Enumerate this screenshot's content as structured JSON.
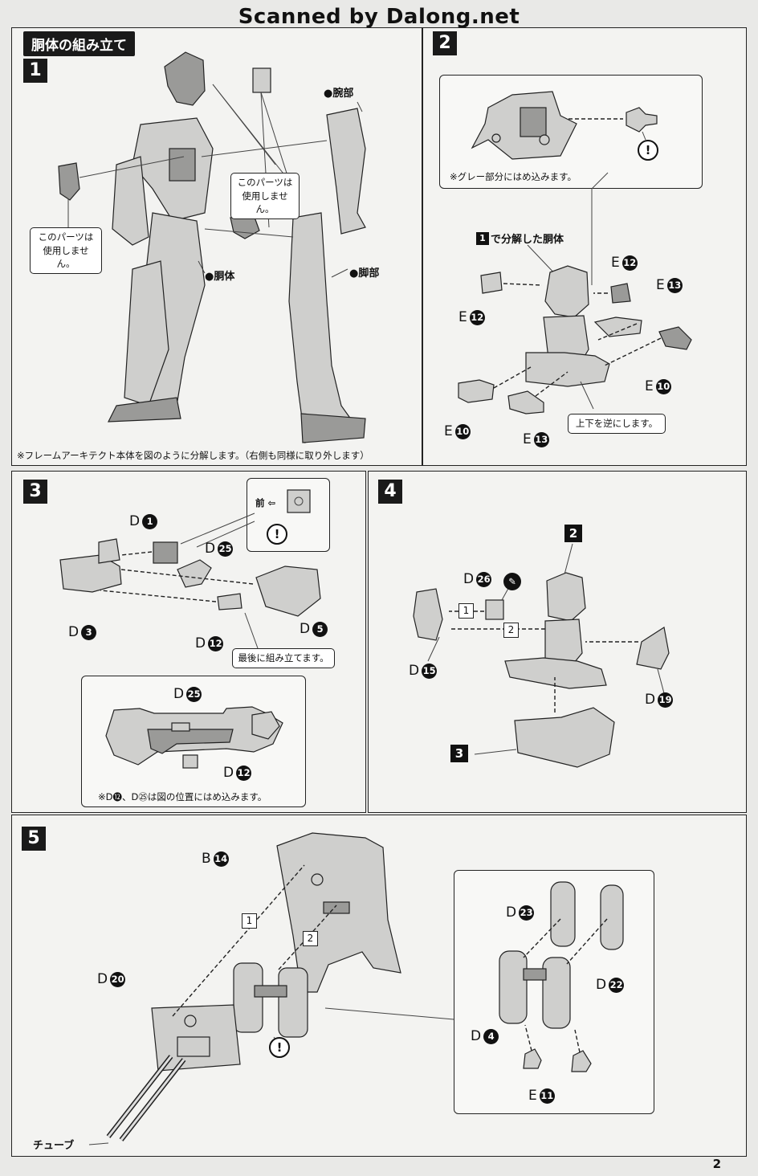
{
  "header": {
    "watermark": "Scanned by Dalong.net"
  },
  "page_number": "2",
  "steps": {
    "s1": {
      "section_title": "胴体の組み立て",
      "number": "1",
      "label_arm": "●腕部",
      "label_torso": "●胴体",
      "label_leg": "●脚部",
      "callout_unused_1": "このパーツは使用しません。",
      "callout_unused_2": "このパーツは使用しません。",
      "footnote": "※フレームアーキテクト本体を図のように分解します。（右側も同様に取り外します）"
    },
    "s2": {
      "number": "2",
      "note_gray": "※グレー部分にはめ込みます。",
      "label_body": "で分解した胴体",
      "label_body_ref": "1",
      "callout_flip": "上下を逆にします。",
      "parts": [
        {
          "letter": "E",
          "num": "12"
        },
        {
          "letter": "E",
          "num": "12"
        },
        {
          "letter": "E",
          "num": "13"
        },
        {
          "letter": "E",
          "num": "10"
        },
        {
          "letter": "E",
          "num": "10"
        },
        {
          "letter": "E",
          "num": "13"
        }
      ]
    },
    "s3": {
      "number": "3",
      "front_label": "前",
      "callout_last": "最後に組み立てます。",
      "inset_note": "※D⓬、D㉕は図の位置にはめ込みます。",
      "parts": [
        {
          "letter": "D",
          "num": "1"
        },
        {
          "letter": "D",
          "num": "25"
        },
        {
          "letter": "D",
          "num": "3"
        },
        {
          "letter": "D",
          "num": "12"
        },
        {
          "letter": "D",
          "num": "5"
        },
        {
          "letter": "D",
          "num": "25"
        },
        {
          "letter": "D",
          "num": "12"
        }
      ]
    },
    "s4": {
      "number": "4",
      "ref_top": "2",
      "ref_bottom": "3",
      "order_1": "1",
      "order_2": "2",
      "parts": [
        {
          "letter": "D",
          "num": "26"
        },
        {
          "letter": "D",
          "num": "15"
        },
        {
          "letter": "D",
          "num": "19"
        }
      ]
    },
    "s5": {
      "number": "5",
      "order_1": "1",
      "order_2": "2",
      "tube_label": "チューブ",
      "parts": [
        {
          "letter": "B",
          "num": "14"
        },
        {
          "letter": "D",
          "num": "20"
        },
        {
          "letter": "D",
          "num": "23"
        },
        {
          "letter": "D",
          "num": "22"
        },
        {
          "letter": "D",
          "num": "4"
        },
        {
          "letter": "E",
          "num": "11"
        }
      ]
    }
  }
}
